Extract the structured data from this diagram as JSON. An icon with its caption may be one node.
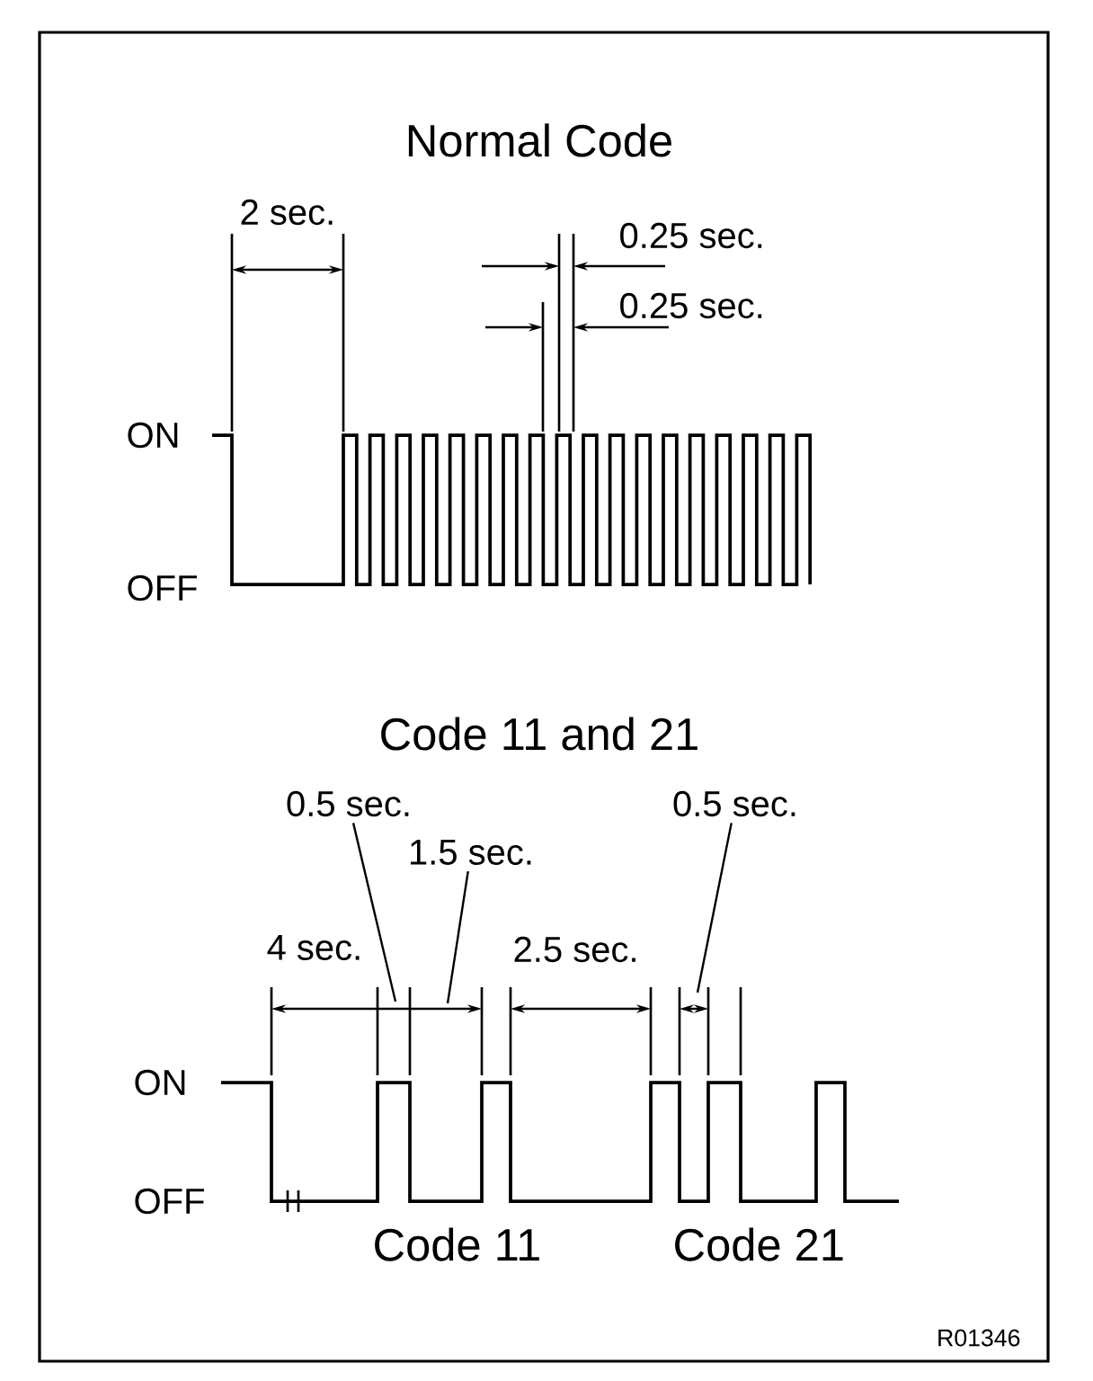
{
  "diagram": {
    "nodes": [
      {
        "text": [
          "0.5 sec."
        ]
      },
      {
        "text": [
          "1.5 sec."
        ]
      },
      {
        "text": [
          "0.5 sec."
        ]
      }
    ],
    "edges": [
      {
        "from": 0,
        "to": null,
        "arrow": "none"
      },
      {
        "from": 1,
        "to": null,
        "arrow": "none"
      },
      {
        "from": 2,
        "to": null,
        "arrow": "none"
      }
    ],
    "labels": [
      "Normal Code",
      "2 sec.",
      "0.25 sec.",
      "0.25 sec.",
      "ON",
      "OFF",
      "Code 11 and 21",
      "4 sec.",
      "2.5 sec.",
      "ON",
      "OFF",
      "Code 11",
      "Code 21",
      "R01346"
    ]
  }
}
